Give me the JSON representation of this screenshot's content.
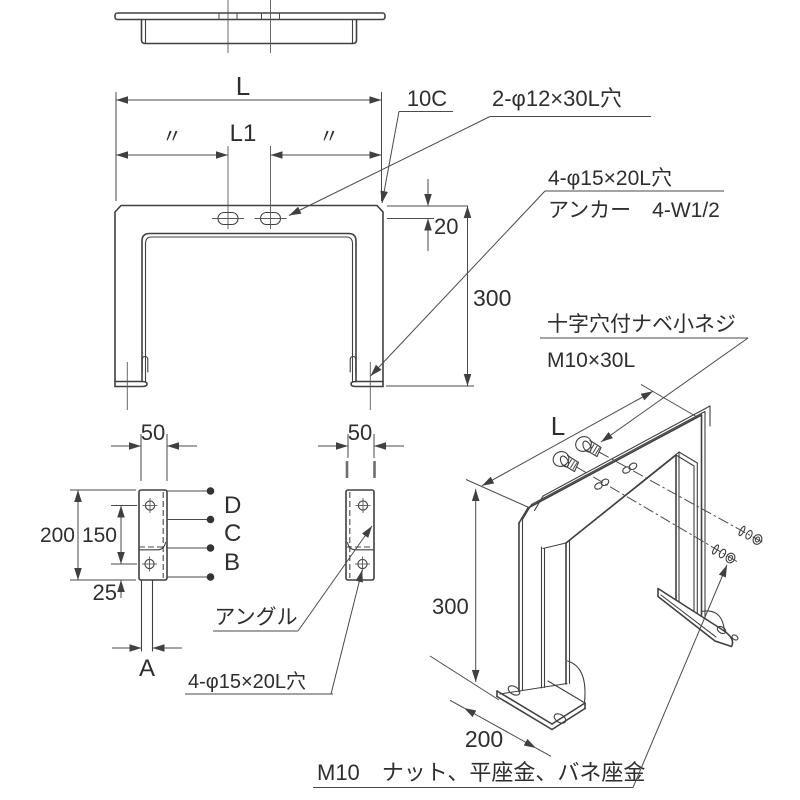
{
  "colors": {
    "line": "#404040",
    "text": "#2e2e2e"
  },
  "front": {
    "dim_l": "L",
    "dim_l1": "L1",
    "ditto_left": "〃",
    "ditto_right": "〃",
    "chamfer": "10C",
    "slot_note": "2-φ12×30L穴",
    "hole_note": "4-φ15×20L穴",
    "anchor_note": "アンカー　4-W1/2",
    "dim_20": "20",
    "dim_300": "300"
  },
  "side_left": {
    "dim_50": "50",
    "dim_200": "200",
    "dim_150": "150",
    "dim_25": "25",
    "dim_a": "A",
    "zone_d": "D",
    "zone_c": "C",
    "zone_b": "B"
  },
  "side_right": {
    "dim_50": "50"
  },
  "callouts": {
    "angle": "アングル",
    "hole_note": "4-φ15×20L穴"
  },
  "iso": {
    "screw_note1": "十字穴付ナベ小ネジ",
    "screw_note2": "M10×30L",
    "dim_l": "L",
    "dim_300": "300",
    "dim_200": "200",
    "nut_note": "M10　ナット、平座金、バネ座金"
  }
}
